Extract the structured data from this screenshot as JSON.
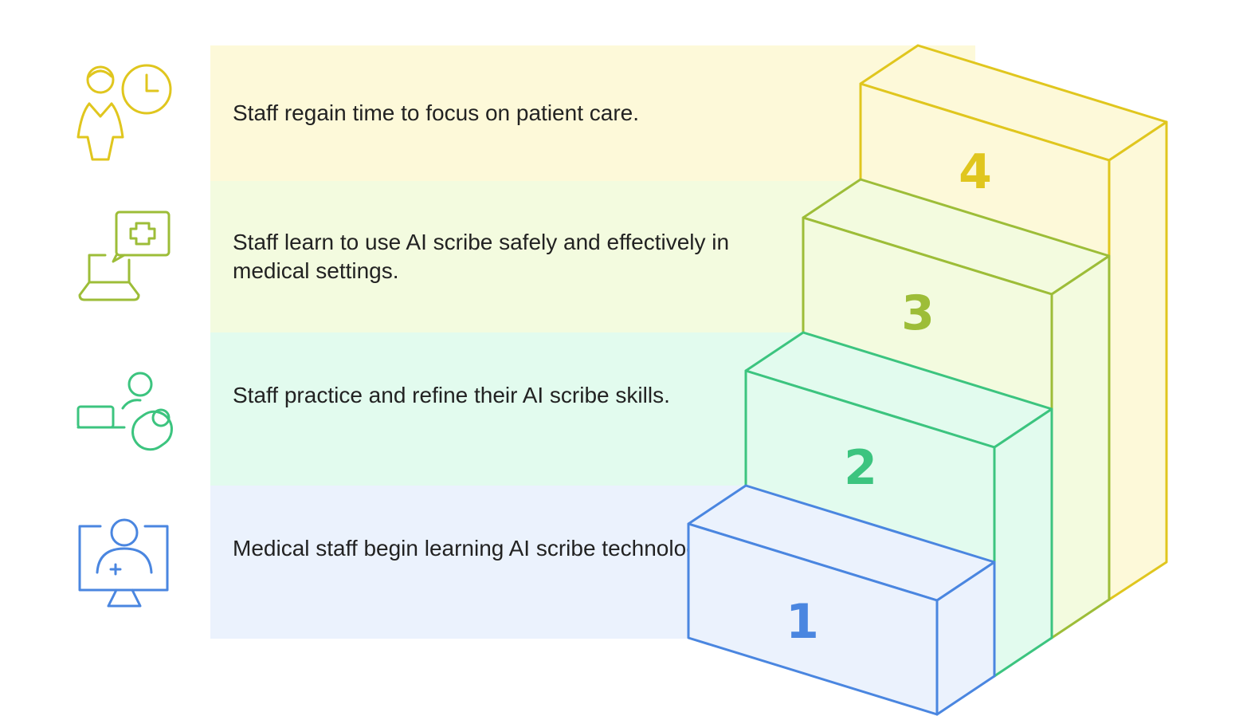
{
  "steps": [
    {
      "number": "1",
      "text": "Medical staff begin learning AI scribe technology.",
      "icon": "monitor-user-icon",
      "color": "#4a86e0",
      "fill": "#ebf2fd"
    },
    {
      "number": "2",
      "text": "Staff practice and refine their AI scribe skills.",
      "icon": "laptop-user-icon",
      "color": "#3cc47f",
      "fill": "#e2fbee"
    },
    {
      "number": "3",
      "text": "Staff learn to use AI scribe safely and effectively in medical settings.",
      "icon": "laptop-medical-chat-icon",
      "color": "#9dbd38",
      "fill": "#f3fbdf"
    },
    {
      "number": "4",
      "text": "Staff regain time to focus on patient care.",
      "icon": "nurse-clock-icon",
      "color": "#e0c61e",
      "fill": "#fdf9d9"
    }
  ]
}
